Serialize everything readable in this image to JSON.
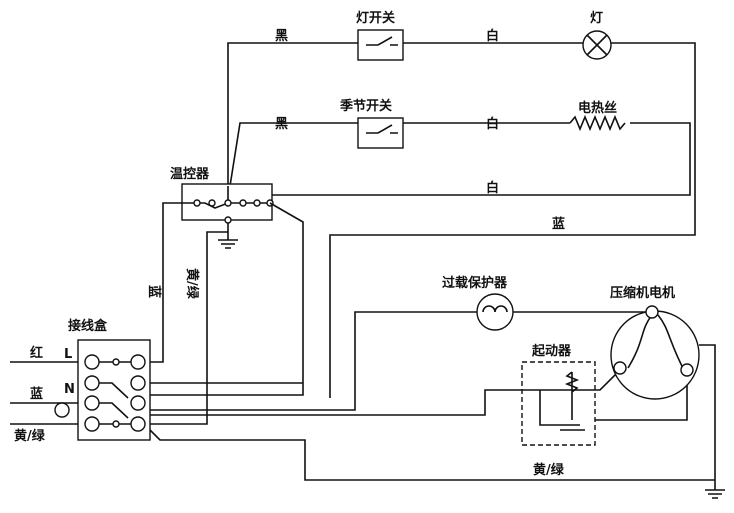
{
  "labels": {
    "lamp_switch": "灯开关",
    "lamp": "灯",
    "season_switch": "季节开关",
    "heater": "电热丝",
    "thermostat": "温控器",
    "junction_box": "接线盒",
    "overload": "过载保护器",
    "motor": "压缩机电机",
    "starter": "起动器"
  },
  "wires": {
    "black1": "黑",
    "white1": "白",
    "black2": "黑",
    "white2": "白",
    "white3": "白",
    "blue_return": "蓝",
    "blue_vertical": "蓝",
    "yg_vertical": "黄/绿",
    "red_in": "红",
    "blue_in": "蓝",
    "yg_in": "黄/绿",
    "yg_bottom": "黄/绿"
  },
  "terminals": {
    "L": "L",
    "N": "N"
  }
}
